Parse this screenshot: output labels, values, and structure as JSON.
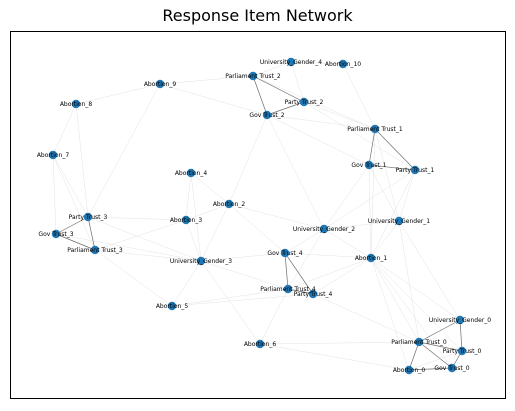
{
  "title": "Response Item Network",
  "colors": {
    "node": "#1f77b4",
    "edge_strong": "#555555",
    "edge_weak": "#d0d0d0"
  },
  "nodes": [
    {
      "id": "University_Gender_4",
      "label": "University_Gender_4"
    },
    {
      "id": "Abortion_10",
      "label": "Abortion_10"
    },
    {
      "id": "Parliament Trust_2",
      "label": "Parliament Trust_2"
    },
    {
      "id": "Abortion_9",
      "label": "Abortion_9"
    },
    {
      "id": "Party Trust_2",
      "label": "Party Trust_2"
    },
    {
      "id": "Abortion_8",
      "label": "Abortion_8"
    },
    {
      "id": "Gov Trust_2",
      "label": "Gov Trust_2"
    },
    {
      "id": "Parliament Trust_1",
      "label": "Parliament Trust_1"
    },
    {
      "id": "Abortion_7",
      "label": "Abortion_7"
    },
    {
      "id": "Gov Trust_1",
      "label": "Gov Trust_1"
    },
    {
      "id": "Party Trust_1",
      "label": "Party Trust_1"
    },
    {
      "id": "Abortion_4",
      "label": "Abortion_4"
    },
    {
      "id": "Abortion_2",
      "label": "Abortion_2"
    },
    {
      "id": "Party Trust_3",
      "label": "Party Trust_3"
    },
    {
      "id": "Abortion_3",
      "label": "Abortion_3"
    },
    {
      "id": "University_Gender_1",
      "label": "University_Gender_1"
    },
    {
      "id": "University_Gender_2",
      "label": "University_Gender_2"
    },
    {
      "id": "Gov Trust_3",
      "label": "Gov Trust_3"
    },
    {
      "id": "Parliament Trust_3",
      "label": "Parliament Trust_3"
    },
    {
      "id": "Gov Trust_4",
      "label": "Gov Trust_4"
    },
    {
      "id": "Abortion_1",
      "label": "Abortion_1"
    },
    {
      "id": "University_Gender_3",
      "label": "University_Gender_3"
    },
    {
      "id": "Parliament Trust_4",
      "label": "Parliament Trust_4"
    },
    {
      "id": "Party Trust_4",
      "label": "Party Trust_4"
    },
    {
      "id": "Abortion_5",
      "label": "Abortion_5"
    },
    {
      "id": "University_Gender_0",
      "label": "University_Gender_0"
    },
    {
      "id": "Abortion_6",
      "label": "Abortion_6"
    },
    {
      "id": "Parliament Trust_0",
      "label": "Parliament Trust_0"
    },
    {
      "id": "Party Trust_0",
      "label": "Party Trust_0"
    },
    {
      "id": "Abortion_0",
      "label": "Abortion_0"
    },
    {
      "id": "Gov Trust_0",
      "label": "Gov Trust_0"
    }
  ],
  "edges": [
    {
      "source": "Parliament Trust_2",
      "target": "Party Trust_2",
      "weight": "strong"
    },
    {
      "source": "Parliament Trust_2",
      "target": "Gov Trust_2",
      "weight": "strong"
    },
    {
      "source": "Party Trust_2",
      "target": "Gov Trust_2",
      "weight": "strong"
    },
    {
      "source": "Parliament Trust_2",
      "target": "University_Gender_4",
      "weight": "weak"
    },
    {
      "source": "Parliament Trust_2",
      "target": "Parliament Trust_1",
      "weight": "weak"
    },
    {
      "source": "Parliament Trust_2",
      "target": "Abortion_9",
      "weight": "weak"
    },
    {
      "source": "Party Trust_2",
      "target": "Parliament Trust_1",
      "weight": "weak"
    },
    {
      "source": "Party Trust_2",
      "target": "Party Trust_1",
      "weight": "weak"
    },
    {
      "source": "University_Gender_4",
      "target": "Abortion_10",
      "weight": "weak"
    },
    {
      "source": "University_Gender_4",
      "target": "Party Trust_2",
      "weight": "weak"
    },
    {
      "source": "Abortion_10",
      "target": "Parliament Trust_1",
      "weight": "weak"
    },
    {
      "source": "Gov Trust_2",
      "target": "Gov Trust_1",
      "weight": "weak"
    },
    {
      "source": "Gov Trust_2",
      "target": "Parliament Trust_1",
      "weight": "weak"
    },
    {
      "source": "Gov Trust_2",
      "target": "Abortion_2",
      "weight": "weak"
    },
    {
      "source": "Gov Trust_2",
      "target": "University_Gender_2",
      "weight": "weak"
    },
    {
      "source": "Parliament Trust_1",
      "target": "Gov Trust_1",
      "weight": "strong"
    },
    {
      "source": "Parliament Trust_1",
      "target": "Party Trust_1",
      "weight": "strong"
    },
    {
      "source": "Gov Trust_1",
      "target": "Party Trust_1",
      "weight": "strong"
    },
    {
      "source": "Gov Trust_1",
      "target": "University_Gender_1",
      "weight": "weak"
    },
    {
      "source": "Gov Trust_1",
      "target": "Abortion_1",
      "weight": "weak"
    },
    {
      "source": "Gov Trust_1",
      "target": "University_Gender_2",
      "weight": "weak"
    },
    {
      "source": "Party Trust_1",
      "target": "University_Gender_1",
      "weight": "weak"
    },
    {
      "source": "Party Trust_1",
      "target": "Abortion_1",
      "weight": "weak"
    },
    {
      "source": "Party Trust_1",
      "target": "University_Gender_2",
      "weight": "weak"
    },
    {
      "source": "Parliament Trust_1",
      "target": "Abortion_1",
      "weight": "weak"
    },
    {
      "source": "Parliament Trust_1",
      "target": "University_Gender_1",
      "weight": "weak"
    },
    {
      "source": "Abortion_9",
      "target": "Abortion_8",
      "weight": "weak"
    },
    {
      "source": "Abortion_9",
      "target": "Party Trust_3",
      "weight": "weak"
    },
    {
      "source": "Abortion_9",
      "target": "Gov Trust_2",
      "weight": "weak"
    },
    {
      "source": "Abortion_8",
      "target": "Party Trust_3",
      "weight": "weak"
    },
    {
      "source": "Abortion_8",
      "target": "Abortion_7",
      "weight": "weak"
    },
    {
      "source": "Abortion_7",
      "target": "Party Trust_3",
      "weight": "weak"
    },
    {
      "source": "Abortion_7",
      "target": "Gov Trust_3",
      "weight": "weak"
    },
    {
      "source": "Abortion_7",
      "target": "Parliament Trust_3",
      "weight": "weak"
    },
    {
      "source": "Party Trust_3",
      "target": "Gov Trust_3",
      "weight": "strong"
    },
    {
      "source": "Party Trust_3",
      "target": "Parliament Trust_3",
      "weight": "strong"
    },
    {
      "source": "Gov Trust_3",
      "target": "Parliament Trust_3",
      "weight": "strong"
    },
    {
      "source": "Party Trust_3",
      "target": "Abortion_3",
      "weight": "weak"
    },
    {
      "source": "Party Trust_3",
      "target": "University_Gender_3",
      "weight": "weak"
    },
    {
      "source": "Parliament Trust_3",
      "target": "University_Gender_3",
      "weight": "weak"
    },
    {
      "source": "Parliament Trust_3",
      "target": "Abortion_5",
      "weight": "weak"
    },
    {
      "source": "Parliament Trust_3",
      "target": "Abortion_3",
      "weight": "weak"
    },
    {
      "source": "Gov Trust_3",
      "target": "University_Gender_3",
      "weight": "weak"
    },
    {
      "source": "Abortion_4",
      "target": "Abortion_3",
      "weight": "weak"
    },
    {
      "source": "Abortion_4",
      "target": "Abortion_2",
      "weight": "weak"
    },
    {
      "source": "Abortion_4",
      "target": "University_Gender_3",
      "weight": "weak"
    },
    {
      "source": "Abortion_3",
      "target": "Abortion_2",
      "weight": "weak"
    },
    {
      "source": "Abortion_3",
      "target": "University_Gender_3",
      "weight": "weak"
    },
    {
      "source": "Abortion_2",
      "target": "University_Gender_3",
      "weight": "weak"
    },
    {
      "source": "Abortion_2",
      "target": "University_Gender_2",
      "weight": "weak"
    },
    {
      "source": "Abortion_2",
      "target": "Gov Trust_4",
      "weight": "weak"
    },
    {
      "source": "University_Gender_2",
      "target": "Gov Trust_4",
      "weight": "weak"
    },
    {
      "source": "University_Gender_2",
      "target": "Abortion_1",
      "weight": "weak"
    },
    {
      "source": "University_Gender_2",
      "target": "University_Gender_1",
      "weight": "weak"
    },
    {
      "source": "University_Gender_2",
      "target": "Parliament Trust_4",
      "weight": "weak"
    },
    {
      "source": "University_Gender_1",
      "target": "Abortion_1",
      "weight": "weak"
    },
    {
      "source": "University_Gender_1",
      "target": "University_Gender_0",
      "weight": "weak"
    },
    {
      "source": "University_Gender_1",
      "target": "Parliament Trust_0",
      "weight": "weak"
    },
    {
      "source": "Gov Trust_4",
      "target": "Parliament Trust_4",
      "weight": "strong"
    },
    {
      "source": "Gov Trust_4",
      "target": "Party Trust_4",
      "weight": "strong"
    },
    {
      "source": "Parliament Trust_4",
      "target": "Party Trust_4",
      "weight": "strong"
    },
    {
      "source": "Gov Trust_4",
      "target": "Abortion_1",
      "weight": "weak"
    },
    {
      "source": "Gov Trust_4",
      "target": "University_Gender_3",
      "weight": "weak"
    },
    {
      "source": "Parliament Trust_4",
      "target": "University_Gender_3",
      "weight": "weak"
    },
    {
      "source": "Parliament Trust_4",
      "target": "Abortion_5",
      "weight": "weak"
    },
    {
      "source": "Parliament Trust_4",
      "target": "Abortion_6",
      "weight": "weak"
    },
    {
      "source": "Parliament Trust_4",
      "target": "Abortion_1",
      "weight": "weak"
    },
    {
      "source": "Party Trust_4",
      "target": "Abortion_1",
      "weight": "weak"
    },
    {
      "source": "Party Trust_4",
      "target": "Parliament Trust_0",
      "weight": "weak"
    },
    {
      "source": "University_Gender_3",
      "target": "Abortion_5",
      "weight": "weak"
    },
    {
      "source": "University_Gender_3",
      "target": "Abortion_6",
      "weight": "weak"
    },
    {
      "source": "Abortion_5",
      "target": "Party Trust_4",
      "weight": "weak"
    },
    {
      "source": "Abortion_1",
      "target": "Parliament Trust_0",
      "weight": "weak"
    },
    {
      "source": "Abortion_1",
      "target": "Party Trust_0",
      "weight": "weak"
    },
    {
      "source": "Abortion_1",
      "target": "Gov Trust_0",
      "weight": "weak"
    },
    {
      "source": "Abortion_1",
      "target": "Abortion_0",
      "weight": "weak"
    },
    {
      "source": "Abortion_1",
      "target": "University_Gender_0",
      "weight": "weak"
    },
    {
      "source": "Abortion_6",
      "target": "Parliament Trust_0",
      "weight": "weak"
    },
    {
      "source": "Abortion_6",
      "target": "Abortion_0",
      "weight": "weak"
    },
    {
      "source": "University_Gender_0",
      "target": "Parliament Trust_0",
      "weight": "strong"
    },
    {
      "source": "University_Gender_0",
      "target": "Party Trust_0",
      "weight": "strong"
    },
    {
      "source": "Parliament Trust_0",
      "target": "Party Trust_0",
      "weight": "strong"
    },
    {
      "source": "Parliament Trust_0",
      "target": "Gov Trust_0",
      "weight": "strong"
    },
    {
      "source": "Parliament Trust_0",
      "target": "Abortion_0",
      "weight": "strong"
    },
    {
      "source": "Party Trust_0",
      "target": "Gov Trust_0",
      "weight": "strong"
    },
    {
      "source": "Gov Trust_0",
      "target": "Abortion_0",
      "weight": "strong"
    },
    {
      "source": "Party Trust_0",
      "target": "Abortion_0",
      "weight": "weak"
    }
  ]
}
